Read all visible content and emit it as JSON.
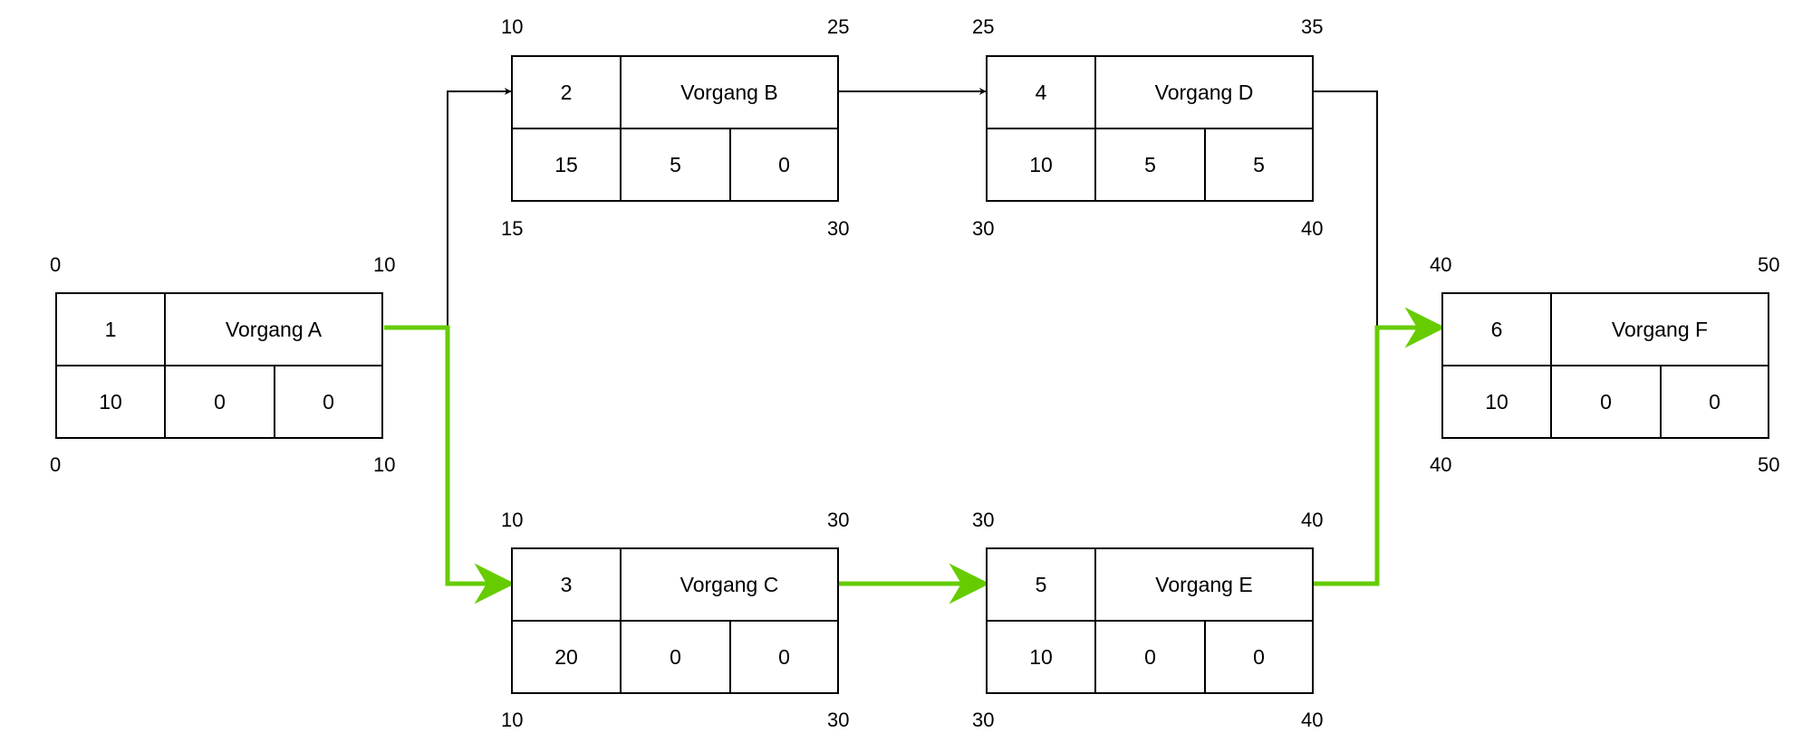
{
  "nodes": [
    {
      "id": "1",
      "name": "Vorgang A",
      "duration": "10",
      "gp": "0",
      "fp": "0",
      "fez_tl": "0",
      "faz_tr": "10",
      "saz_bl": "0",
      "sez_br": "10"
    },
    {
      "id": "2",
      "name": "Vorgang B",
      "duration": "15",
      "gp": "5",
      "fp": "0",
      "fez_tl": "10",
      "faz_tr": "25",
      "saz_bl": "15",
      "sez_br": "30"
    },
    {
      "id": "3",
      "name": "Vorgang C",
      "duration": "20",
      "gp": "0",
      "fp": "0",
      "fez_tl": "10",
      "faz_tr": "30",
      "saz_bl": "10",
      "sez_br": "30"
    },
    {
      "id": "4",
      "name": "Vorgang D",
      "duration": "10",
      "gp": "5",
      "fp": "5",
      "fez_tl": "25",
      "faz_tr": "35",
      "saz_bl": "30",
      "sez_br": "40"
    },
    {
      "id": "5",
      "name": "Vorgang E",
      "duration": "10",
      "gp": "0",
      "fp": "0",
      "fez_tl": "30",
      "faz_tr": "40",
      "saz_bl": "30",
      "sez_br": "40"
    },
    {
      "id": "6",
      "name": "Vorgang F",
      "duration": "10",
      "gp": "0",
      "fp": "0",
      "fez_tl": "40",
      "faz_tr": "50",
      "saz_bl": "40",
      "sez_br": "50"
    }
  ],
  "edges": [
    {
      "from": "1",
      "to": "2",
      "critical": false
    },
    {
      "from": "1",
      "to": "3",
      "critical": true
    },
    {
      "from": "2",
      "to": "4",
      "critical": false
    },
    {
      "from": "3",
      "to": "5",
      "critical": true
    },
    {
      "from": "4",
      "to": "6",
      "critical": false
    },
    {
      "from": "5",
      "to": "6",
      "critical": true
    }
  ],
  "colors": {
    "critical": "#66cc00",
    "normal": "#000000"
  }
}
